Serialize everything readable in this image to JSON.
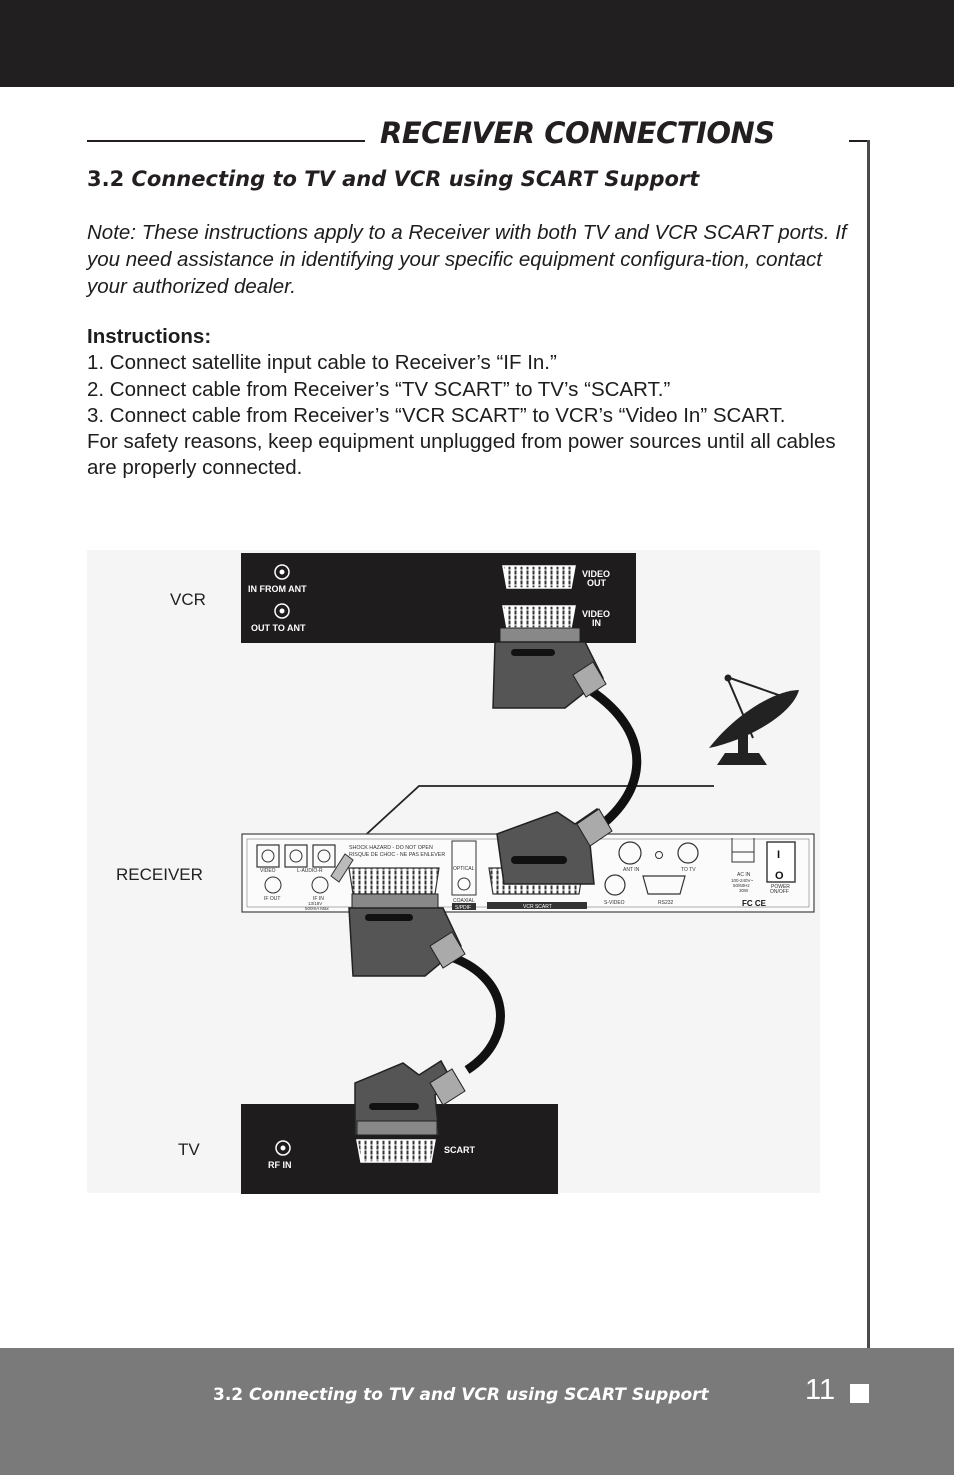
{
  "header": {
    "section_title": "RECEIVER CONNECTIONS",
    "subsection_number": "3.2",
    "subsection_title": "Connecting to TV and VCR using SCART Support"
  },
  "note": "Note: These instructions apply to a Receiver with both TV and VCR SCART ports. If you need assistance in identifying your specific equipment configura-tion, contact your authorized dealer.",
  "instructions": {
    "heading": "Instructions:",
    "steps": [
      "1. Connect satellite input cable to Receiver’s “IF In.”",
      "2. Connect cable from Receiver’s “TV SCART” to TV’s “SCART.”",
      "3. Connect cable from Receiver’s “VCR SCART” to VCR’s “Video In” SCART."
    ],
    "safety": "For safety reasons, keep equipment unplugged from power sources until all cables are properly connected."
  },
  "diagram": {
    "device_labels": {
      "vcr": "VCR",
      "receiver": "RECEIVER",
      "tv": "TV"
    },
    "vcr_ports": {
      "in_from_ant": "IN FROM ANT",
      "out_to_ant": "OUT TO ANT",
      "video_out_1": "VIDEO",
      "video_out_2": "OUT",
      "video_in_1": "VIDEO",
      "video_in_2": "IN"
    },
    "receiver_ports": {
      "video": "VIDEO",
      "audio": "L-AUDIO-R",
      "warning_1": "SHOCK HAZARD - DO NOT OPEN",
      "warning_2": "RISQUE DE CHOC - NE PAS ENLEVER",
      "if_out": "IF OUT",
      "if_in": "IF IN",
      "if_in_spec_1": "13/18V",
      "if_in_spec_2": "500mA Max",
      "optical": "OPTICAL",
      "coaxial": "COAXIAL",
      "spdif": "S/PDIF",
      "vcr_scart": "VCR SCART",
      "ant_in": "ANT IN",
      "to_tv": "TO TV",
      "s_video": "S-VIDEO",
      "rs232": "RS232",
      "ac_in": "AC IN",
      "ac_spec_1": "100-240V~",
      "ac_spec_2": "50/60Hz",
      "ac_spec_3": "30W",
      "power_1": "POWER",
      "power_2": "ON/OFF",
      "switch_on": "I",
      "switch_off": "O",
      "cert": "FC CE"
    },
    "tv_ports": {
      "rf_in": "RF IN",
      "scart": "SCART"
    }
  },
  "footer": {
    "section_number": "3.2",
    "section_title": "Connecting to TV and VCR using SCART Support",
    "page_number": "11"
  }
}
